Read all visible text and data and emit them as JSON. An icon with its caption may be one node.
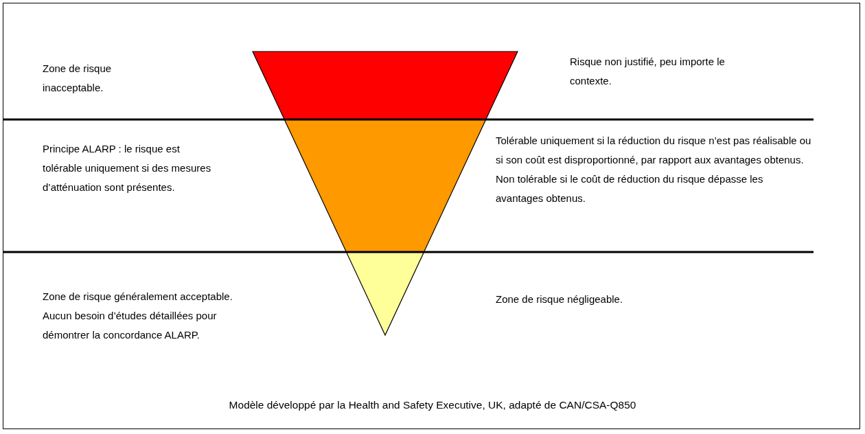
{
  "diagram": {
    "caption": "Modèle développé par la Health and Safety Executive, UK, adapté de CAN/CSA-Q850",
    "labels": [
      "Zone de risque inacceptable.",
      "Risque non justifié, peu importe le contexte.",
      "Principe ALARP : le risque est tolérable uniquement si des mesures d’atténuation sont présentes.",
      "Tolérable uniquement si la réduction du risque n’est pas réalisable ou si son coût est disproportionné, par rapport aux avantages obtenus.  Non tolérable si le coût de réduction du risque dépasse les avantages obtenus.",
      "Zone de risque généralement acceptable.  Aucun besoin d’études détaillées pour démontrer la concordance ALARP.",
      "Zone de risque négligeable."
    ]
  }
}
